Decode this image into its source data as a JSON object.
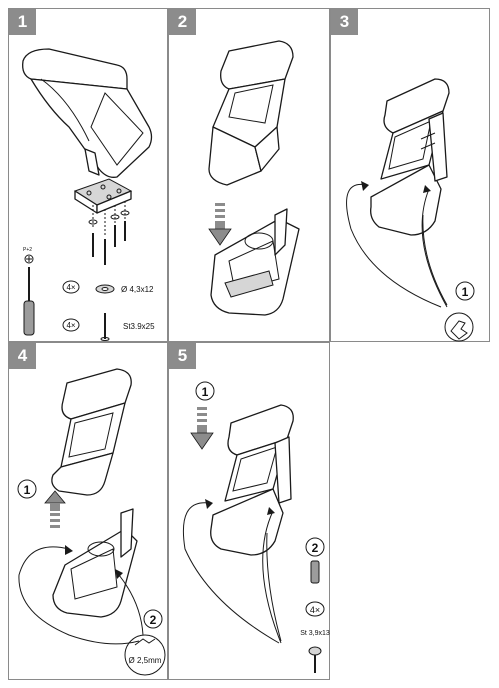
{
  "steps": [
    {
      "number": "1"
    },
    {
      "number": "2"
    },
    {
      "number": "3"
    },
    {
      "number": "4"
    },
    {
      "number": "5"
    }
  ],
  "step1": {
    "screwdriver_label": "P+2",
    "washer_qty": "4×",
    "washer_spec": "Ø 4,3x12",
    "screw_qty": "4×",
    "screw_spec": "St3.9x25"
  },
  "step3": {
    "callout_number": "1"
  },
  "step4": {
    "callout_1": "1",
    "callout_2": "2",
    "drill_spec": "Ø 2,5mm"
  },
  "step5": {
    "callout_1": "1",
    "callout_2": "2",
    "screw_qty": "4×",
    "screw_spec": "St 3,9x13"
  },
  "colors": {
    "badge_bg": "#8c8c8c",
    "badge_text": "#ffffff",
    "border": "#8a8a8a",
    "line": "#1a1a1a"
  }
}
